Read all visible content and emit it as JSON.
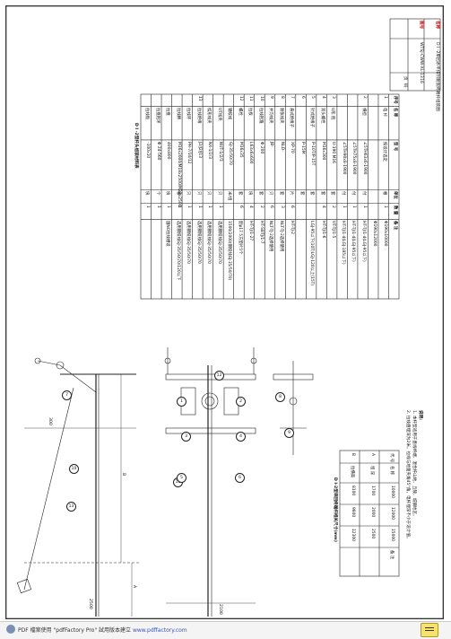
{
  "title_block": {
    "name_label": "名称",
    "name_value": "D I -2单回水平排列耐张终端杆组装图",
    "drawing_no_label": "图号",
    "drawing_no_value": "WTSJ-CWW-XL-13",
    "page_label": "页",
    "code_label": "码",
    "page_value": "16"
  },
  "materials_table": {
    "title": "D I -2型杆头组装材料表",
    "headers": [
      "序号",
      "名 称",
      "型 号",
      "单位",
      "数 量",
      "备 注"
    ],
    "rows": [
      [
        "1",
        "电 杆",
        "按设计选定",
        "根",
        "1",
        "Φ190x10000"
      ],
      [
        "",
        "",
        "",
        "",
        "",
        "Φ190x12000"
      ],
      [
        "2",
        "横担",
        "∠5TH63x6-1900",
        "付",
        "1",
        "HT-TJ/1-4(LGJ-95以下)"
      ],
      [
        "",
        "",
        "∠5TH75x8-1900",
        "付",
        "1",
        "HT-TJ/1-4(LGJ-95以下)"
      ],
      [
        "",
        "",
        "∠5TH90x8-1900",
        "付",
        "1",
        "HT-TJ/1-4(LGJ-185以下)"
      ],
      [
        "3",
        "U形 抱",
        "U-190 M16",
        "套",
        "2",
        "UT-TJ/1-5"
      ],
      [
        "4",
        "双头螺栓",
        "M16x300",
        "套",
        "4",
        "HT-TJ/1-6"
      ],
      [
        "5",
        "针式绝缘子",
        "P-10T/P-15T",
        "套",
        "",
        "LGJ-95以下(10T)LGJ-120以上(15T)"
      ],
      [
        "6",
        "",
        "P-15M",
        "套",
        "",
        ""
      ],
      [
        "7",
        "悬式绝缘子",
        "XP-70",
        "片",
        "6",
        "HT-TJ-2"
      ],
      [
        "8",
        "耐张线夹",
        "NLD-",
        "套",
        "3",
        "NLT-TJ-2选择使用"
      ],
      [
        "9",
        "并沟线夹",
        "JB-",
        "只",
        "6",
        "NLT-TJ-2选择使用"
      ],
      [
        "10",
        "拉线抱箍",
        "Φ 200",
        "套",
        "2",
        "HT-SBTJ/1-7"
      ],
      [
        "11",
        "拉板",
        "L63x6x600",
        "块",
        "4",
        "HT-TJ/1-27"
      ],
      [
        "12",
        "螺栓",
        "M16x35",
        "套",
        "6",
        "配φ17.5方垫片5个"
      ],
      [
        "",
        "钢绞线",
        "GJ-35/50/70",
        "米/组",
        "",
        "1500/2000(钢绞线GJ-35/50/70)"
      ],
      [
        "",
        "UT线夹",
        "NUT-1/2/3",
        "只",
        "1",
        "选用钢绞线GJ-35/50/70"
      ],
      [
        "",
        "楔形线夹",
        "NX-1/2/3",
        "只",
        "1",
        "选用钢绞线GJ-35/50/70"
      ],
      [
        "13",
        "拉线绝缘",
        "J2/J2/J13",
        "只",
        "1",
        "选用钢绞线GJ-35/50/70"
      ],
      [
        "",
        "拉线环",
        "PH-7/10/12",
        "只",
        "1",
        "选用钢绞线GJ-35/50/70"
      ],
      [
        "",
        "拉线棒",
        "M16x2000/M18x2500/M22x2500",
        "根",
        "1",
        "选用钢绞线GJ-35/50/70/120以下"
      ],
      [
        "",
        "拉盘",
        "400x800",
        "块",
        "1",
        "国NO拉线槽设"
      ],
      [
        "",
        "拉盘抱环",
        "Φ 24-560",
        "个",
        "1",
        ""
      ],
      [
        "",
        "拉线板",
        "-100x10",
        "块",
        "1",
        ""
      ]
    ]
  },
  "dims_table": {
    "title": "D I-2型单回终端杆相关尺寸(mm)",
    "headers": [
      "代 号",
      "名 称",
      "10000",
      "12000",
      "15000",
      "备 注"
    ],
    "rows": [
      [
        "A",
        "埋 深",
        "1700",
        "2000",
        "2500",
        ""
      ],
      [
        "B",
        "拉横高",
        "8100",
        "9800",
        "12300",
        ""
      ]
    ]
  },
  "notes": {
    "heading": "说明:",
    "items": [
      "1. 本杆型适用于直线终端、混合杆山地、丘陵、城镇地区。",
      "2. 拉线盘埋深为2米，拉线与地面夹角45°角，电杆埋深不小于设计值。"
    ]
  },
  "drawing_labels": {
    "dim_2500": "2500",
    "dim_300": "300",
    "dim_b": "B",
    "dim_a": "A",
    "dim_2100": "2100",
    "balloons": [
      "7",
      "10",
      "13",
      "11",
      "12",
      "1",
      "2",
      "3",
      "4",
      "5",
      "6",
      "8",
      "9"
    ]
  },
  "footer": {
    "text": "PDF 檔案使用 \"pdfFactory Pro\" 試用版本建立",
    "link": "www.pdffactory.com"
  }
}
